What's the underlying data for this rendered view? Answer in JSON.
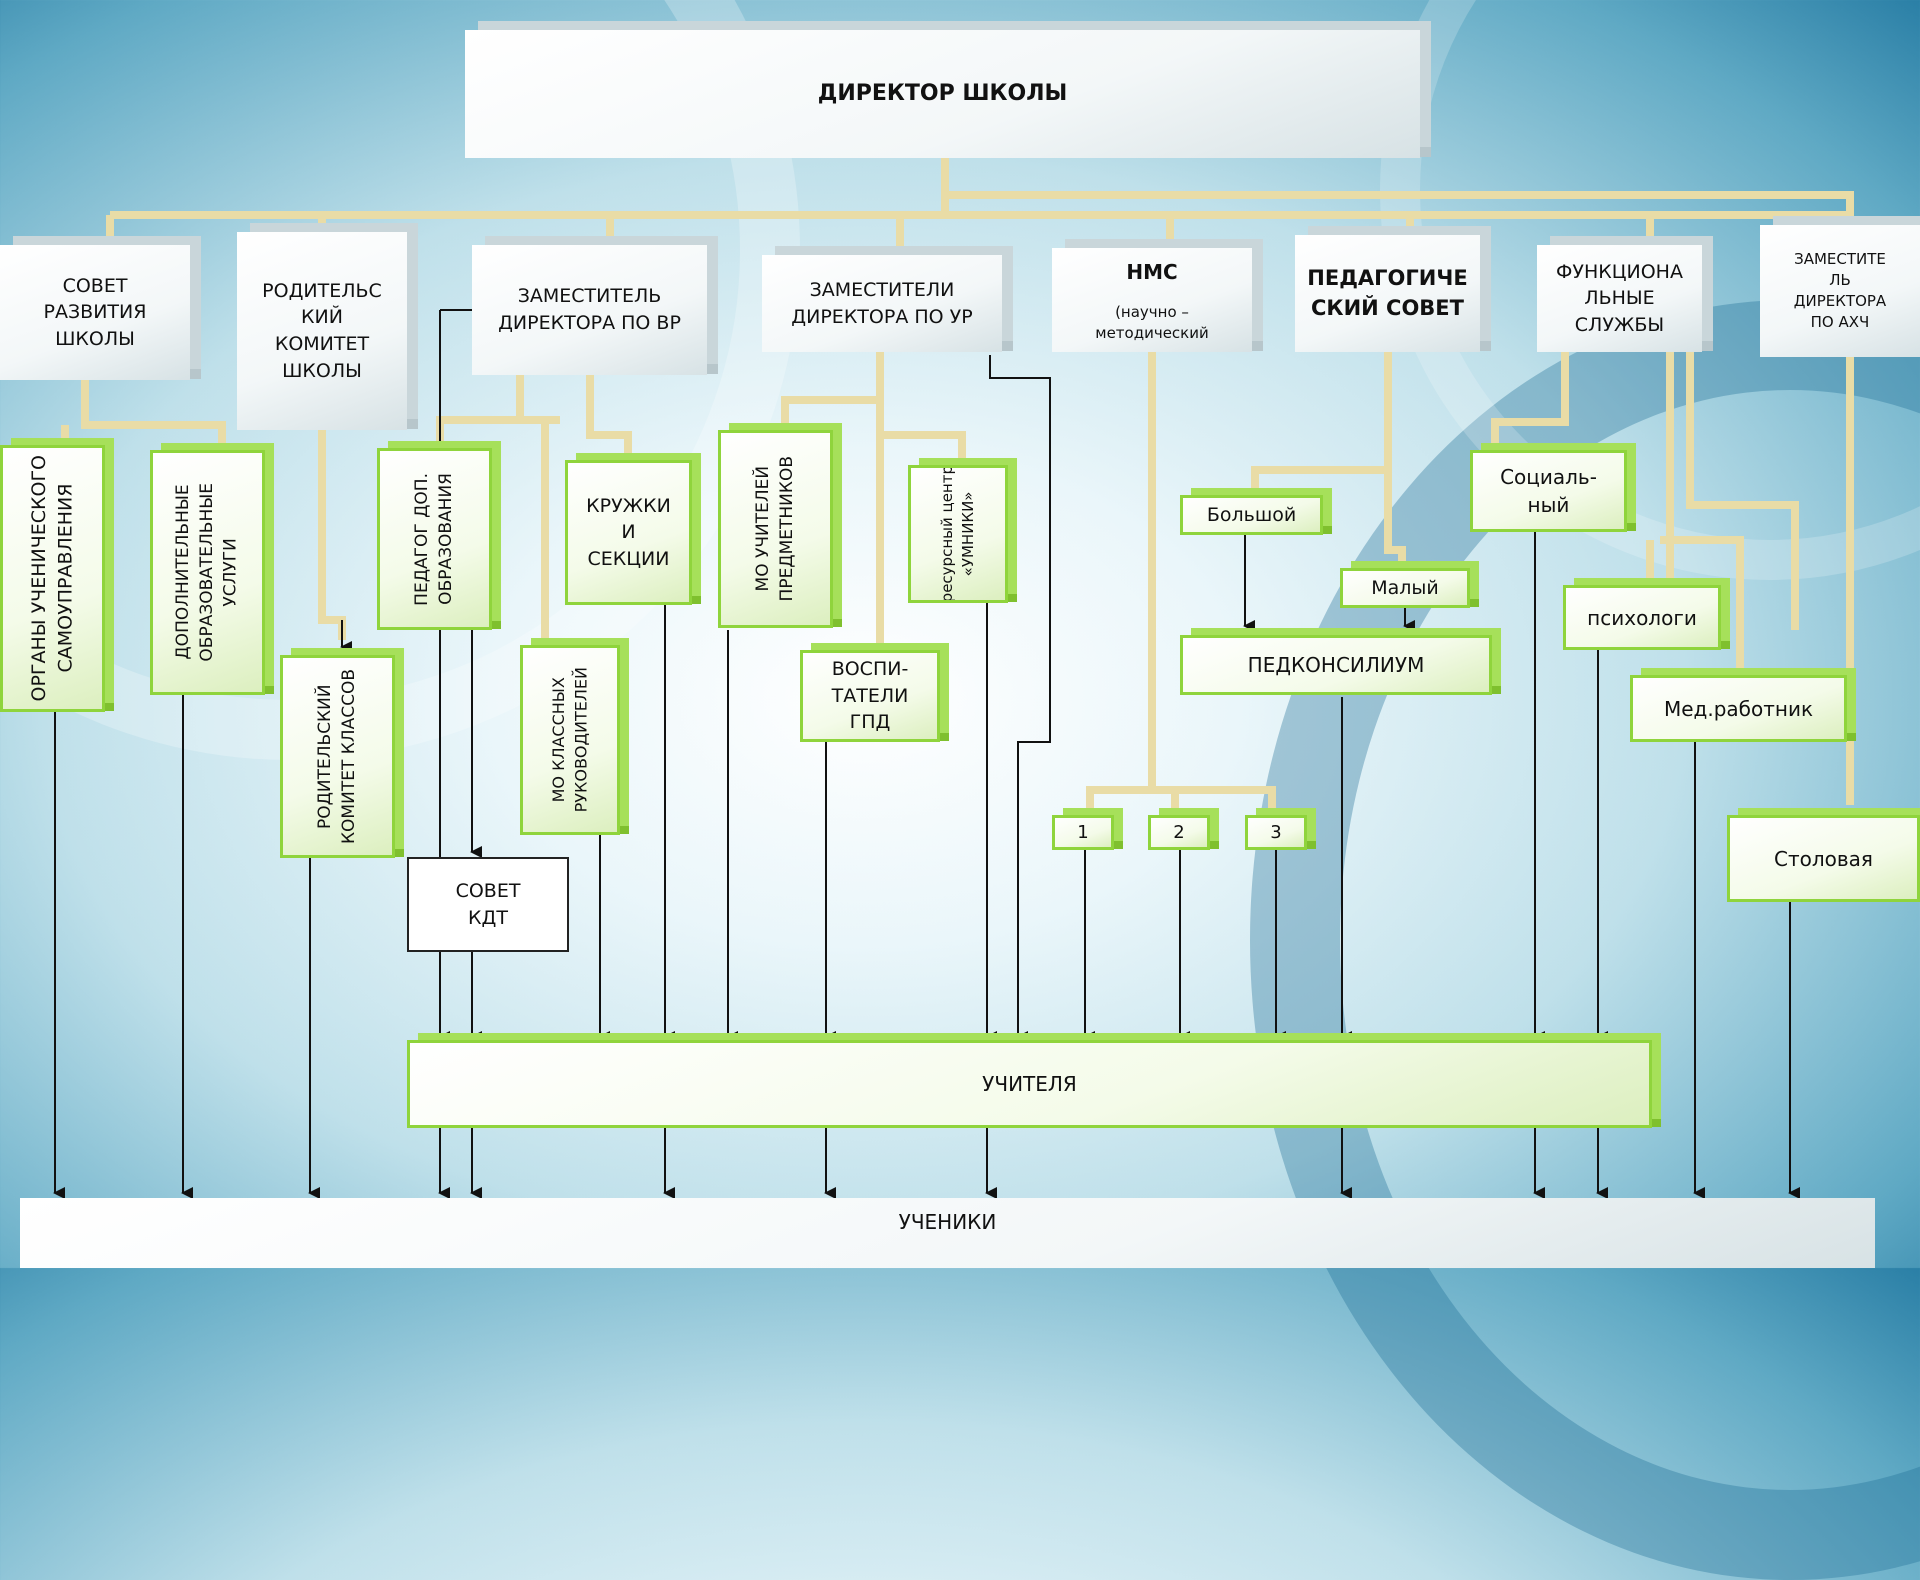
{
  "top": {
    "director": "ДИРЕКТОР ШКОЛЫ"
  },
  "level1": {
    "sovet_razvitiya": "СОВЕТ\nРАЗВИТИЯ\nШКОЛЫ",
    "roditelsky_komitet": "РОДИТЕЛЬС\nКИЙ\nКОМИТЕТ\nШКОЛЫ",
    "zam_vr": "ЗАМЕСТИТЕЛЬ\nДИРЕКТОРА ПО ВР",
    "zam_ur": "ЗАМЕСТИТЕЛИ\nДИРЕКТОРА ПО УР",
    "nms_title": "НМС",
    "nms_sub": "(научно –\nметодический",
    "ped_sovet": "ПЕДАГОГИЧЕ\nСКИЙ СОВЕТ",
    "func_sluzhby": "ФУНКЦИОНА\nЛЬНЫЕ\nСЛУЖБЫ",
    "zam_ahch": "ЗАМЕСТИТЕ\nЛЬ\nДИРЕКТОРА\nПО АХЧ"
  },
  "level2": {
    "organy": "ОРГАНЫ УЧЕНИЧЕСКОГО\nСАМОУПРАВЛЕНИЯ",
    "dop_uslugi": "ДОПОЛНИТЕЛЬНЫЕ\nОБРАЗОВАТЕЛЬНЫЕ\nУСЛУГИ",
    "dop_obrazovaniya": "ПЕДАГОГ ДОП.\nОБРАЗОВАНИЯ",
    "kruzhki": "КРУЖКИ\nИ\nСЕКЦИИ",
    "mo_predmetnikov": "МО УЧИТЕЛЕЙ\nПРЕДМЕТНИКОВ",
    "resursny_centr": "ресурсный центр\n«УМНИКИ»",
    "mo_klassnyh": "МО КЛАССНЫХ\nРУКОВОДИТЕЛЕЙ",
    "vospitateli": "ВОСПИ-\nТАТЕЛИ\nГПД",
    "rod_komitet_klassov": "РОДИТЕЛЬСКИЙ\nКОМИТЕТ КЛАССОВ",
    "sovet_kdt": "СОВЕТ\nКДТ",
    "bolshoy": "Большой",
    "maly": "Малый",
    "pedkonsilium": "ПЕДКОНСИЛИУМ",
    "socialny": "Социаль-\nный",
    "psihologi": "психологи",
    "med": "Мед.работник",
    "stolovaya": "Столовая",
    "n1": "1",
    "n2": "2",
    "n3": "3"
  },
  "bottom": {
    "uchitelya": "УЧИТЕЛЯ",
    "ucheniki": "УЧЕНИКИ"
  },
  "colors": {
    "connector": "#e9dca6",
    "arrow": "#111111",
    "green_border": "#8fd43c",
    "green_fill": "#f4fbe9"
  }
}
